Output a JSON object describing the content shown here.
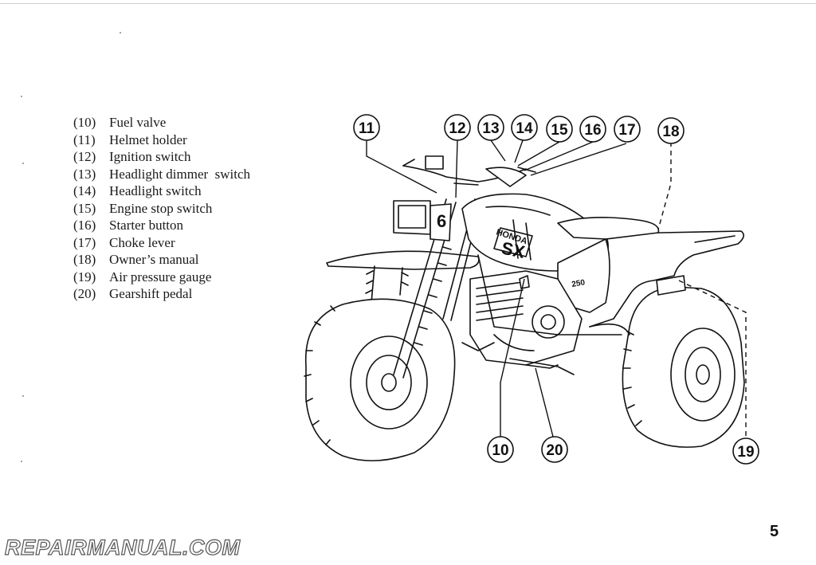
{
  "legend": [
    {
      "num": "(10)",
      "label": "Fuel valve"
    },
    {
      "num": "(11)",
      "label": "Helmet holder"
    },
    {
      "num": "(12)",
      "label": "Ignition switch"
    },
    {
      "num": "(13)",
      "label": "Headlight dimmer  switch"
    },
    {
      "num": "(14)",
      "label": "Headlight switch"
    },
    {
      "num": "(15)",
      "label": "Engine stop switch"
    },
    {
      "num": "(16)",
      "label": "Starter button"
    },
    {
      "num": "(17)",
      "label": "Choke lever"
    },
    {
      "num": "(18)",
      "label": "Owner’s manual"
    },
    {
      "num": "(19)",
      "label": "Air pressure gauge"
    },
    {
      "num": "(20)",
      "label": "Gearshift pedal"
    }
  ],
  "callouts": {
    "c10": "10",
    "c11": "11",
    "c12": "12",
    "c13": "13",
    "c14": "14",
    "c15": "15",
    "c16": "16",
    "c17": "17",
    "c18": "18",
    "c19": "19",
    "c20": "20"
  },
  "vehicle": {
    "brand_text": "HONDA",
    "model_text": "SX",
    "number_plate_text": "6",
    "engine_badge": "250"
  },
  "page_number": "5",
  "watermark": "REPAIRMANUAL.COM"
}
